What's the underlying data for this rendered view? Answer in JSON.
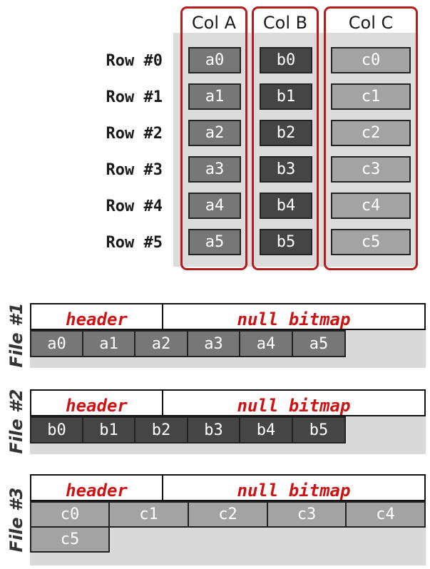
{
  "columns": [
    {
      "header": "Col A",
      "cells": [
        "a0",
        "a1",
        "a2",
        "a3",
        "a4",
        "a5"
      ]
    },
    {
      "header": "Col B",
      "cells": [
        "b0",
        "b1",
        "b2",
        "b3",
        "b4",
        "b5"
      ]
    },
    {
      "header": "Col C",
      "cells": [
        "c0",
        "c1",
        "c2",
        "c3",
        "c4",
        "c5"
      ]
    }
  ],
  "rows": [
    "Row #0",
    "Row #1",
    "Row #2",
    "Row #3",
    "Row #4",
    "Row #5"
  ],
  "files": [
    {
      "label": "File #1",
      "header": "header",
      "bitmap": "null bitmap",
      "values": [
        "a0",
        "a1",
        "a2",
        "a3",
        "a4",
        "a5"
      ]
    },
    {
      "label": "File #2",
      "header": "header",
      "bitmap": "null bitmap",
      "values": [
        "b0",
        "b1",
        "b2",
        "b3",
        "b4",
        "b5"
      ]
    },
    {
      "label": "File #3",
      "header": "header",
      "bitmap": "null bitmap",
      "values": [
        "c0",
        "c1",
        "c2",
        "c3",
        "c4",
        "c5"
      ]
    }
  ],
  "colors": {
    "frame": "#b51c1c",
    "header_text": "#cc1414",
    "col_a": "#777777",
    "col_b": "#454545",
    "col_c": "#a3a3a3"
  }
}
